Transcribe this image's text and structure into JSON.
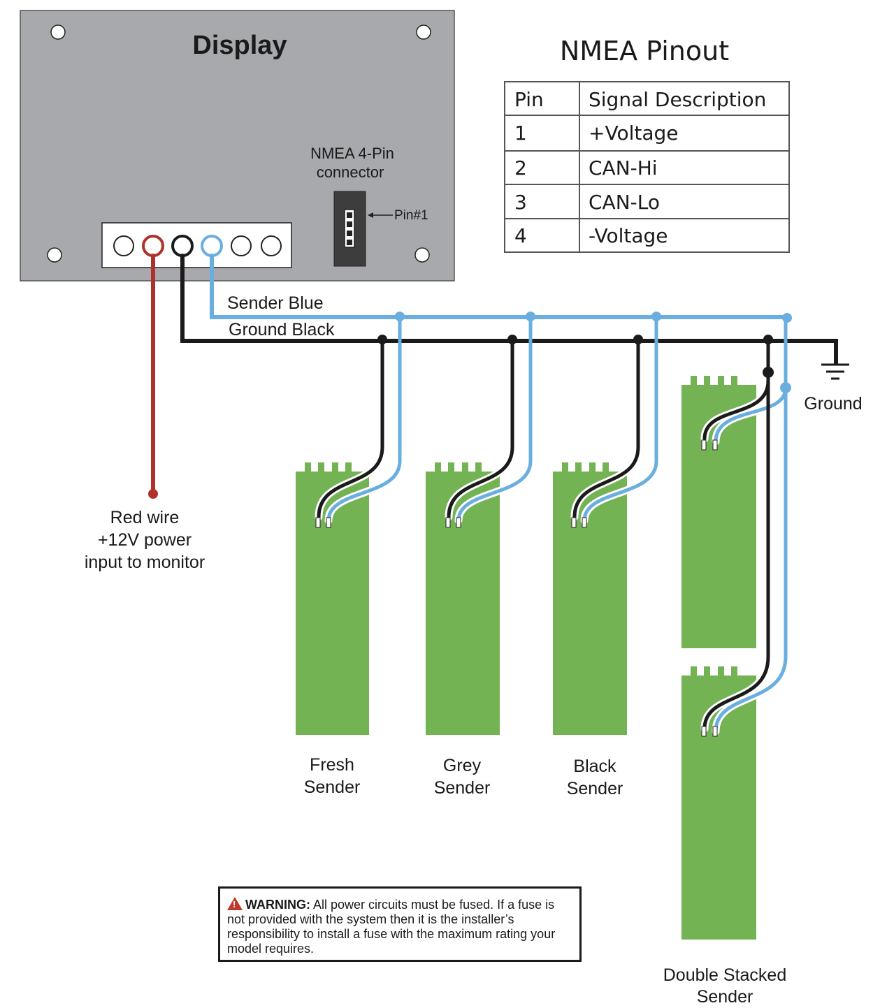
{
  "display": {
    "title": "Display",
    "connector_label_line1": "NMEA 4-Pin",
    "connector_label_line2": "connector",
    "pin1_label": "Pin#1"
  },
  "pinout": {
    "title": "NMEA Pinout",
    "headers": [
      "Pin",
      "Signal Description"
    ],
    "rows": [
      {
        "pin": "1",
        "signal": "+Voltage"
      },
      {
        "pin": "2",
        "signal": "CAN-Hi"
      },
      {
        "pin": "3",
        "signal": "CAN-Lo"
      },
      {
        "pin": "4",
        "signal": "-Voltage"
      }
    ]
  },
  "wires": {
    "sender_blue": "Sender Blue",
    "ground_black": "Ground Black",
    "ground": "Ground",
    "red_wire_line1": "Red wire",
    "red_wire_line2": "+12V power",
    "red_wire_line3": "input to monitor"
  },
  "senders": [
    {
      "line1": "Fresh",
      "line2": "Sender"
    },
    {
      "line1": "Grey",
      "line2": "Sender"
    },
    {
      "line1": "Black",
      "line2": "Sender"
    },
    {
      "line1": "Double Stacked",
      "line2": "Sender"
    }
  ],
  "warning": {
    "heading": "WARNING:",
    "text": " All power circuits must be fused. If a fuse is not provided with the system then it is the installer’s responsibility to install a fuse with the maximum rating your model requires."
  },
  "colors": {
    "panel": "#a7a9ac",
    "wire_blue": "#6aaee0",
    "wire_black": "#1a1a1a",
    "wire_red": "#b0302b",
    "sender_green": "#73b353"
  }
}
